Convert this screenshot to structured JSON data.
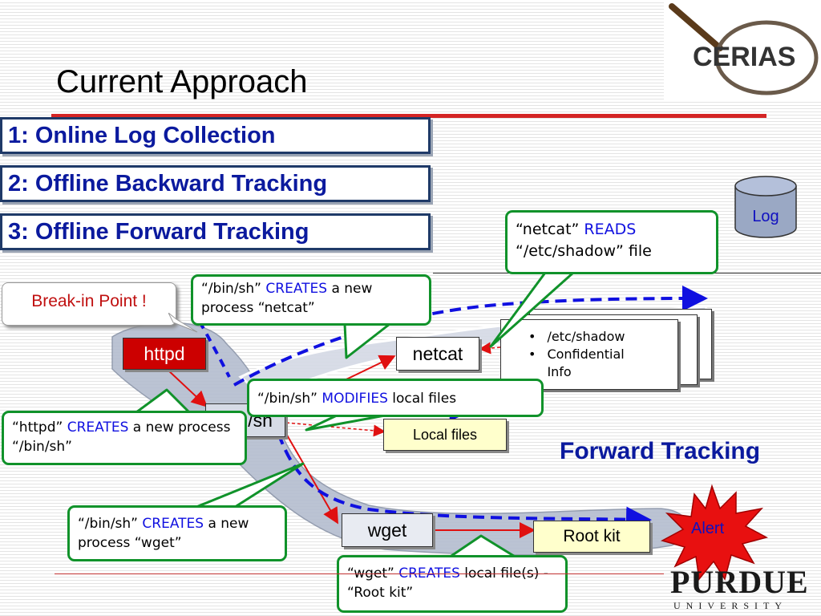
{
  "title": "Current Approach",
  "logo": {
    "text": "CERIAS"
  },
  "university": {
    "name": "PURDUE",
    "subtitle": "UNIVERSITY"
  },
  "steps": [
    {
      "label": "1: Online Log Collection"
    },
    {
      "label": "2: Offline Backward Tracking"
    },
    {
      "label": "3: Offline Forward Tracking"
    }
  ],
  "log_label": "Log",
  "break_in": "Break-in Point !",
  "forward_tracking": "Forward Tracking",
  "alert": "Alert",
  "nodes": {
    "httpd": "httpd",
    "binsh": "/bin/sh",
    "netcat": "netcat",
    "wget": "wget",
    "local_files": "Local files",
    "root_kit": "Root kit"
  },
  "doc_items": [
    "/etc/shadow",
    "Confidential Info"
  ],
  "callouts": {
    "netcat_reads": {
      "pre": "“netcat” ",
      "verb": "READS",
      "post": "“/etc/shadow” file"
    },
    "binsh_creates_netcat": {
      "pre": "“/bin/sh” ",
      "verb": "CREATES",
      "post": " a new process “netcat”"
    },
    "binsh_modifies": {
      "pre": "“/bin/sh” ",
      "verb": "MODIFIES",
      "post": " local files"
    },
    "httpd_creates": {
      "pre": "“httpd” ",
      "verb": "CREATES",
      "post": " a new process “/bin/sh”"
    },
    "binsh_creates_wget": {
      "pre": "“/bin/sh” ",
      "verb": "CREATES",
      "post": " a new process “wget”"
    },
    "wget_creates": {
      "pre": "“wget” ",
      "verb": "CREATES",
      "post": " local file(s) -  “Root kit”"
    }
  },
  "colors": {
    "step_text": "#0b1a9e",
    "callout_border": "#10922a",
    "verb": "#1010e0",
    "arrow_red": "#e01010",
    "dash_blue": "#1010e0",
    "alert_red": "#e81010",
    "title_line": "#d42424"
  }
}
